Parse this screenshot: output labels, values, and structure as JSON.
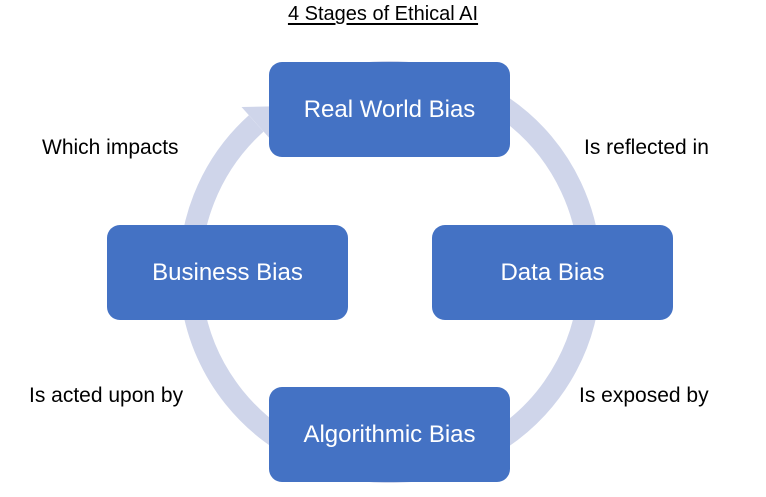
{
  "title": "4 Stages of Ethical AI",
  "colors": {
    "box_fill": "#4472c4",
    "box_text": "#ffffff",
    "ring": "#cfd5ea",
    "label_text": "#000000"
  },
  "stages": [
    {
      "id": "real-world-bias",
      "label": "Real World Bias",
      "position": "top"
    },
    {
      "id": "data-bias",
      "label": "Data Bias",
      "position": "right"
    },
    {
      "id": "algorithmic-bias",
      "label": "Algorithmic Bias",
      "position": "bottom"
    },
    {
      "id": "business-bias",
      "label": "Business Bias",
      "position": "left"
    }
  ],
  "transitions": [
    {
      "from": "Real World Bias",
      "to": "Data Bias",
      "label": "Is reflected in"
    },
    {
      "from": "Data Bias",
      "to": "Algorithmic Bias",
      "label": "Is exposed by"
    },
    {
      "from": "Algorithmic Bias",
      "to": "Business Bias",
      "label": "Is acted upon by"
    },
    {
      "from": "Business Bias",
      "to": "Real World Bias",
      "label": "Which impacts"
    }
  ],
  "cycle_direction": "clockwise"
}
